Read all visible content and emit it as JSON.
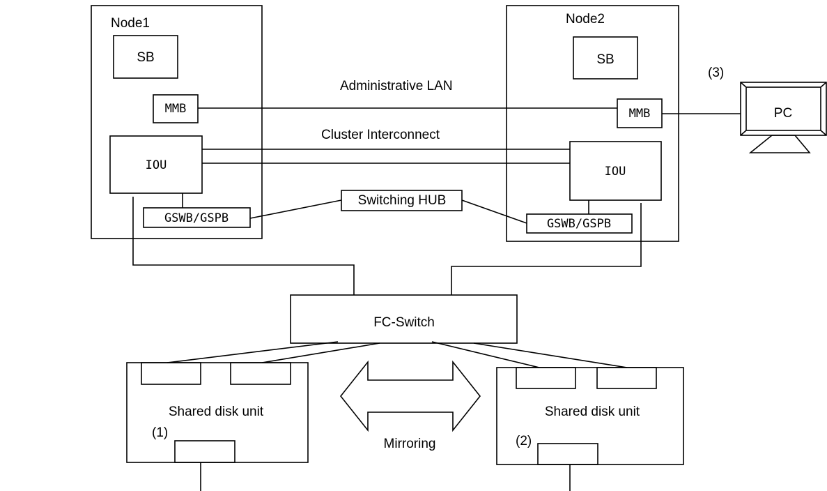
{
  "nodes": {
    "node1": {
      "title": "Node1",
      "sb": "SB",
      "mmb": "MMB",
      "iou": "IOU",
      "gswb": "GSWB/GSPB"
    },
    "node2": {
      "title": "Node2",
      "sb": "SB",
      "mmb": "MMB",
      "iou": "IOU",
      "gswb": "GSWB/GSPB"
    }
  },
  "links": {
    "admin_lan": "Administrative LAN",
    "cluster_interconnect": "Cluster Interconnect"
  },
  "switching_hub": "Switching HUB",
  "fc_switch": "FC-Switch",
  "pc": {
    "label": "PC",
    "marker": "(3)"
  },
  "disks": {
    "disk1": {
      "label": "Shared disk unit",
      "marker": "(1)"
    },
    "disk2": {
      "label": "Shared disk unit",
      "marker": "(2)"
    }
  },
  "mirroring": "Mirroring"
}
